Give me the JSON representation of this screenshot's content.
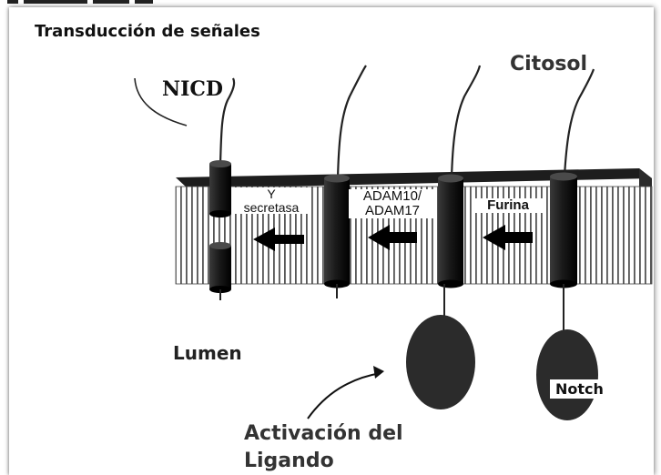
{
  "labels": {
    "title": "Transducción de señales",
    "citosol": "Citosol",
    "nicd": "NICD",
    "gamma_symbol": "Y",
    "gamma_word": "secretasa",
    "adam_line1": "ADAM10/",
    "adam_line2": "ADAM17",
    "furina": "Furina",
    "lumen": "Lumen",
    "notch": "Notch",
    "activation_line1": "Activación del",
    "activation_line2": "Ligando"
  },
  "colors": {
    "membrane_stripes": "#555555",
    "protein": "#1a1a1a",
    "background": "#ffffff"
  }
}
